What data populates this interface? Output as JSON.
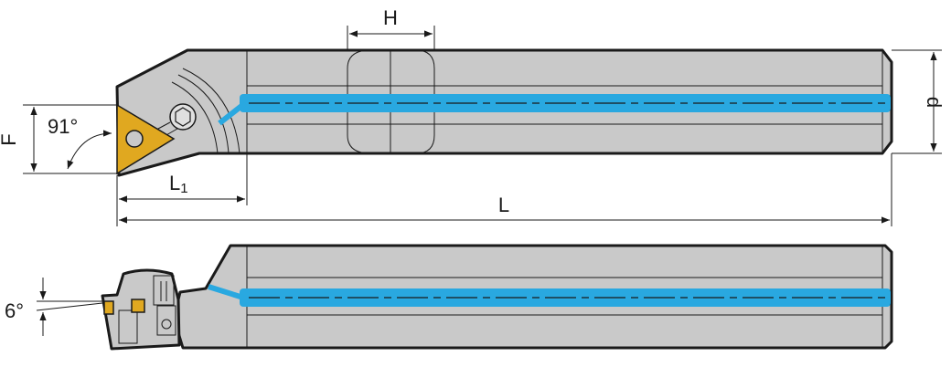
{
  "labels": {
    "H": "H",
    "d": "d",
    "F": "F",
    "angle_main": "91°",
    "L1_main": "L",
    "L1_sub": "1",
    "L": "L",
    "angle_side": "6°"
  },
  "colors": {
    "body": "#c9c9c9",
    "outline": "#1a1a1a",
    "coolant": "#29a8e0",
    "insert": "#e0a820"
  }
}
